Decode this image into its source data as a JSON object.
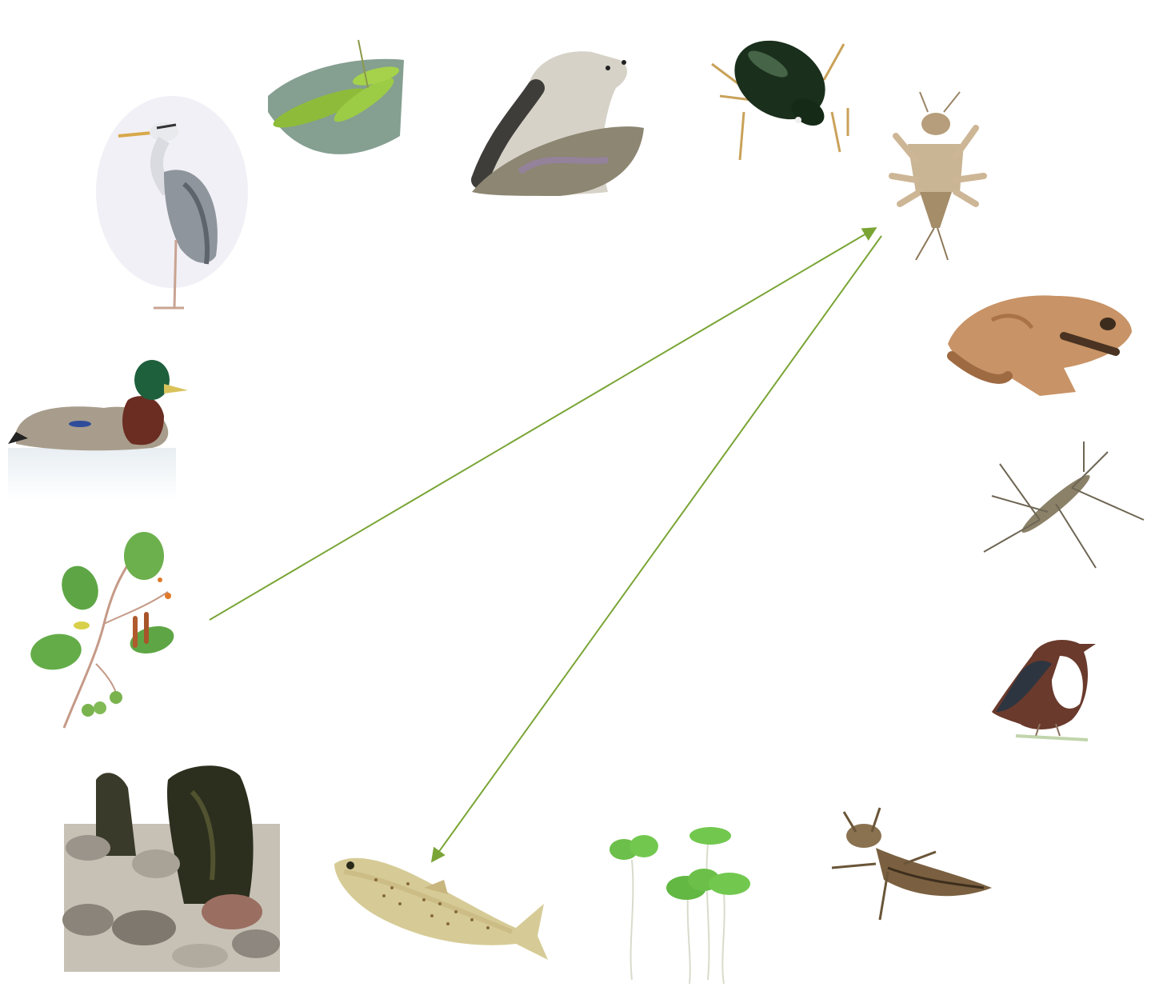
{
  "diagram": {
    "type": "food-web",
    "arrow_color": "#7aa536",
    "nodes": [
      {
        "id": "grey-heron",
        "icon": "heron-icon"
      },
      {
        "id": "water-plant-leaves",
        "icon": "aquatic-plant-icon"
      },
      {
        "id": "otter",
        "icon": "otter-icon"
      },
      {
        "id": "diving-beetle",
        "icon": "water-beetle-icon"
      },
      {
        "id": "stonefly-nymph",
        "icon": "stonefly-nymph-icon"
      },
      {
        "id": "common-frog",
        "icon": "frog-icon"
      },
      {
        "id": "pond-skater",
        "icon": "pond-skater-icon"
      },
      {
        "id": "dipper",
        "icon": "dipper-bird-icon"
      },
      {
        "id": "dragonfly-nymph",
        "icon": "dragonfly-nymph-icon"
      },
      {
        "id": "duckweed",
        "icon": "duckweed-icon"
      },
      {
        "id": "brown-trout",
        "icon": "trout-icon"
      },
      {
        "id": "freshwater-mussel",
        "icon": "mussel-icon"
      },
      {
        "id": "alder",
        "icon": "alder-branch-icon"
      },
      {
        "id": "mallard",
        "icon": "mallard-duck-icon"
      }
    ],
    "links": [
      {
        "from": "alder",
        "to": "stonefly-nymph"
      },
      {
        "from": "stonefly-nymph",
        "to": "brown-trout"
      }
    ]
  }
}
